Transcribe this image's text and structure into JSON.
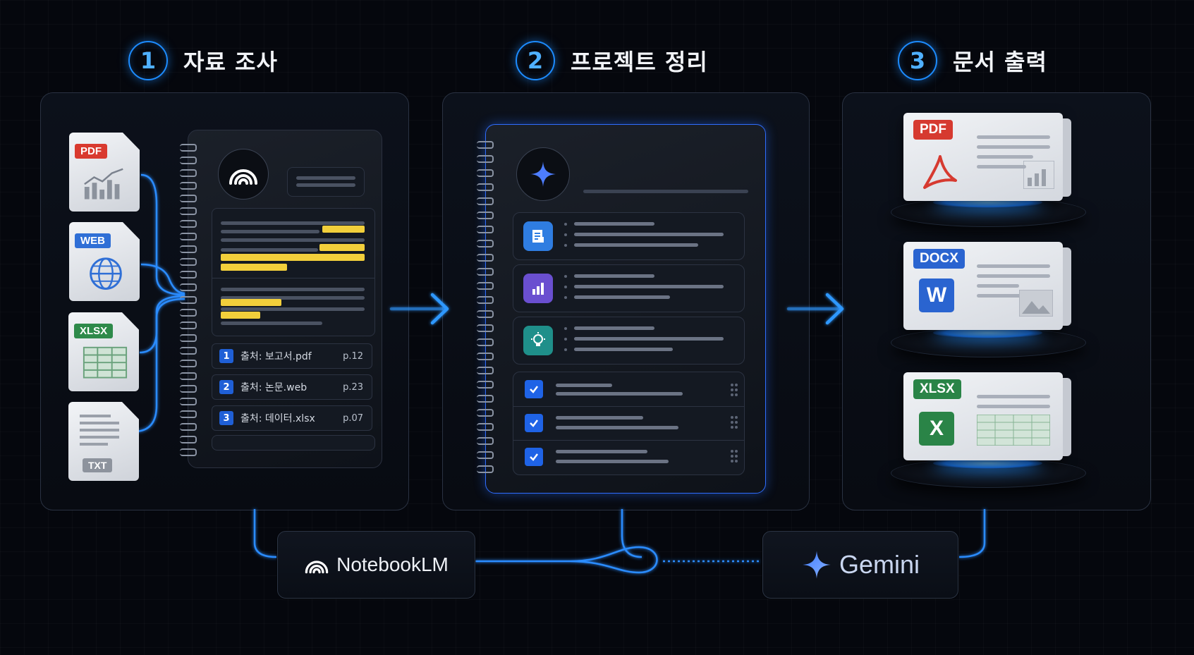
{
  "steps": [
    {
      "num": "1",
      "title": "자료 조사"
    },
    {
      "num": "2",
      "title": "프로젝트 정리"
    },
    {
      "num": "3",
      "title": "문서 출력"
    }
  ],
  "source_files": [
    {
      "tag": "PDF",
      "tag_color": "#d93a2f",
      "icon": "chart-icon"
    },
    {
      "tag": "WEB",
      "tag_color": "#2f6fd6",
      "icon": "globe-icon"
    },
    {
      "tag": "XLSX",
      "tag_color": "#2e8a4a",
      "icon": "spreadsheet-icon"
    },
    {
      "tag": "TXT",
      "tag_color": "#8d939d",
      "icon": "text-lines-icon"
    }
  ],
  "citations": [
    {
      "num": "1",
      "text": "출처: 보고서.pdf",
      "page": "p.12"
    },
    {
      "num": "2",
      "text": "출처: 논문.web",
      "page": "p.23"
    },
    {
      "num": "3",
      "text": "출처: 데이터.xlsx",
      "page": "p.07"
    }
  ],
  "organize_cards": [
    {
      "icon": "document-icon",
      "color": "#2f7de1"
    },
    {
      "icon": "bar-chart-icon",
      "color": "#6a4fd0"
    },
    {
      "icon": "lightbulb-icon",
      "color": "#1f8f8a"
    }
  ],
  "outputs": [
    {
      "tag": "PDF",
      "tag_color": "#d63a30",
      "icon": "acrobat-icon"
    },
    {
      "tag": "DOCX",
      "tag_color": "#2a64d0",
      "letter": "W",
      "letter_color": "#2a64d0"
    },
    {
      "tag": "XLSX",
      "tag_color": "#2a8447",
      "letter": "X",
      "letter_color": "#2a8447"
    }
  ],
  "brands": {
    "notebooklm": "NotebookLM",
    "gemini": "Gemini"
  },
  "colors": {
    "accent": "#1d8cff",
    "highlight": "#f2cf3b"
  }
}
